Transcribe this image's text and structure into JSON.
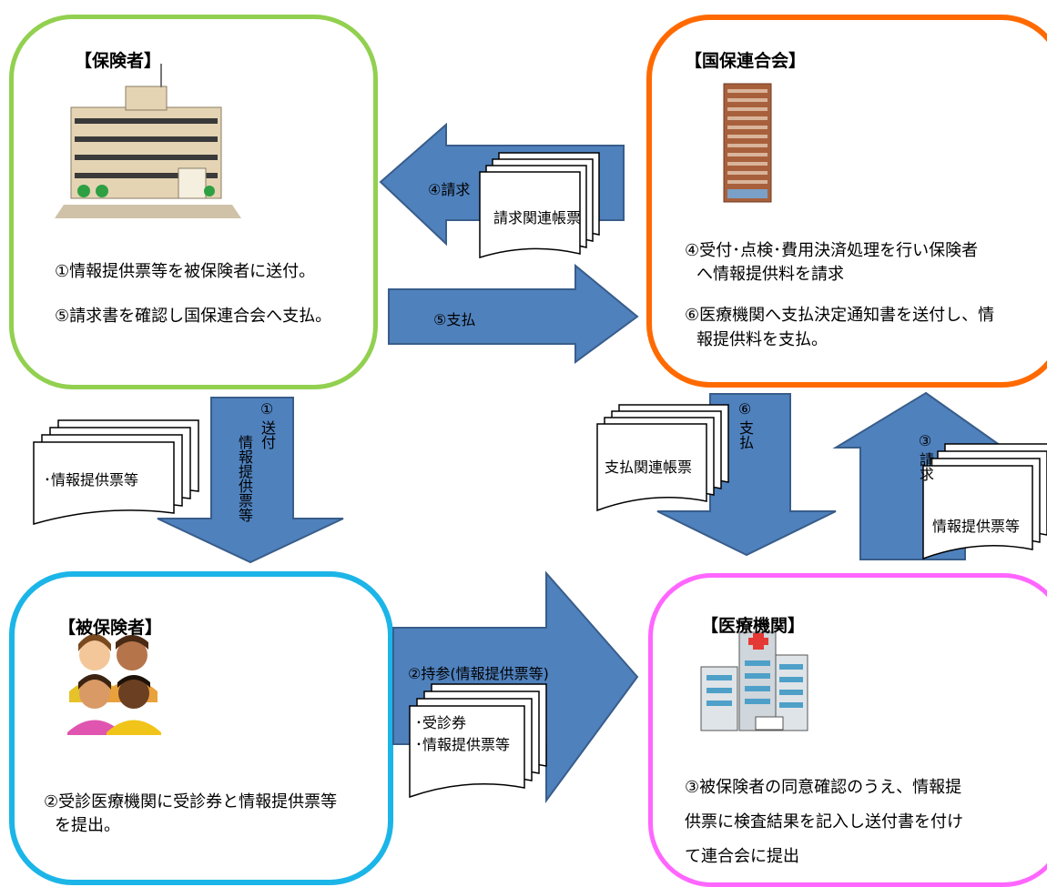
{
  "insurer": {
    "title": "【保険者】",
    "line1": "①情報提供票等を被保険者に送付。",
    "line2": "⑤請求書を確認し国保連合会へ支払。"
  },
  "union": {
    "title": "【国保連合会】",
    "line1": "④受付･点検･費用決済処理を行い保険者",
    "line2": "へ情報提供料を請求",
    "line3": "⑥医療機関へ支払決定通知書を送付し、情",
    "line4": "報提供料を支払。"
  },
  "insured": {
    "title": "【被保険者】",
    "line1": "②受診医療機関に受診券と情報提供票等",
    "line2": "を提出。"
  },
  "medical": {
    "title": "【医療機関】",
    "line1": "③被保険者の同意確認のうえ、情報提",
    "line2": "供票に検査結果を記入し送付書を付け",
    "line3": "て連合会に提出"
  },
  "arrows": {
    "request_label": "④請求",
    "payment_label": "⑤支払",
    "send_label_num": "①",
    "send_label_a": "情報提供票等",
    "send_label_b": "送付",
    "bring_label": "②持参(情報提供票等)",
    "pay6_num": "⑥",
    "pay6_text": "支払",
    "req3_num": "③",
    "req3_text": "請求"
  },
  "documents": {
    "request_docs": "請求関連帳票",
    "info_docs": "･情報提供票等",
    "pay_docs": "支払関連帳票",
    "info_docs2": "情報提供票等",
    "ticket": "･受診券",
    "info_docs3": "･情報提供票等"
  },
  "colors": {
    "arrow_fill": "#4f81bd",
    "arrow_stroke": "#385d8a",
    "insurer_border": "#92d050",
    "union_border": "#ff6a00",
    "insured_border": "#1cb5e8",
    "medical_border": "#ff66ff"
  }
}
